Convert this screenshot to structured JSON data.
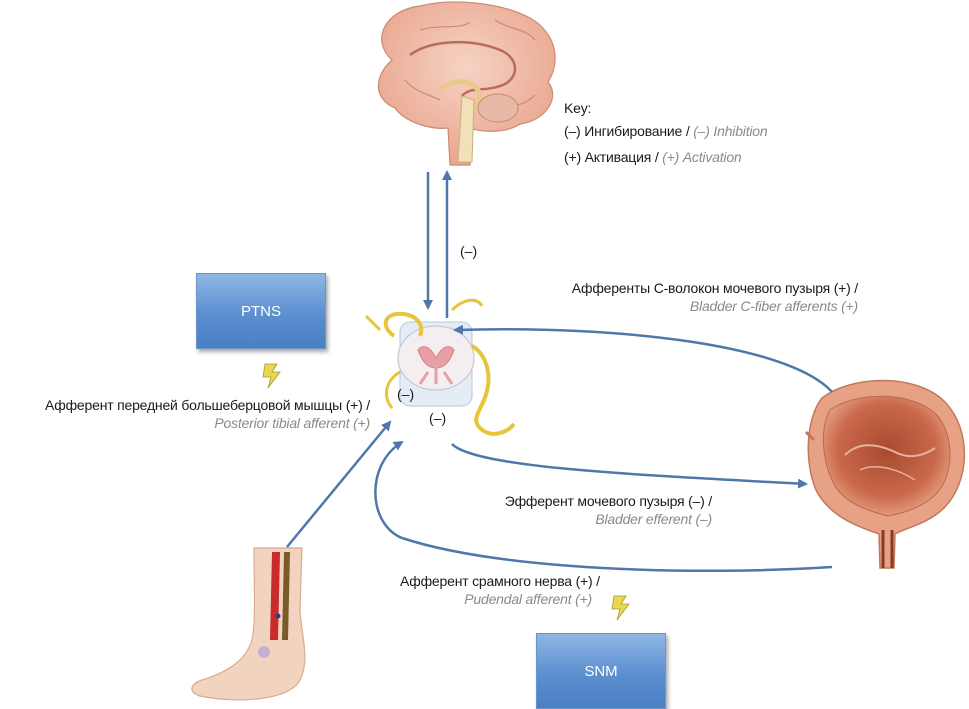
{
  "key": {
    "title": "Key:",
    "inhibition_ru": "(–) Ингибирование / ",
    "inhibition_en": "(–) Inhibition",
    "activation_ru": "(+) Активация / ",
    "activation_en": "(+) Activation"
  },
  "boxes": {
    "ptns": "PTNS",
    "snm": "SNM"
  },
  "labels": {
    "brain_inhibition": "(–)",
    "cord_left_sign": "(–)",
    "cord_bottom_sign": "(–)",
    "bladder_c_fiber_ru": "Афференты С-волокон мочевого пузыря (+) /",
    "bladder_c_fiber_en": "Bladder C-fiber afferents (+)",
    "tibial_ru": "Афферент передней большеберцовой мышцы (+) /",
    "tibial_en": "Posterior tibial afferent (+)",
    "bladder_efferent_ru": "Эфферент мочевого пузыря (–) /",
    "bladder_efferent_en": "Bladder efferent (–)",
    "pudendal_ru": "Афферент срамного нерва (+) /",
    "pudendal_en": "Pudendal afferent (+)"
  },
  "colors": {
    "arrow": "#4f77aa",
    "box": "#5b8fd0",
    "nerve": "#e8c43a"
  }
}
